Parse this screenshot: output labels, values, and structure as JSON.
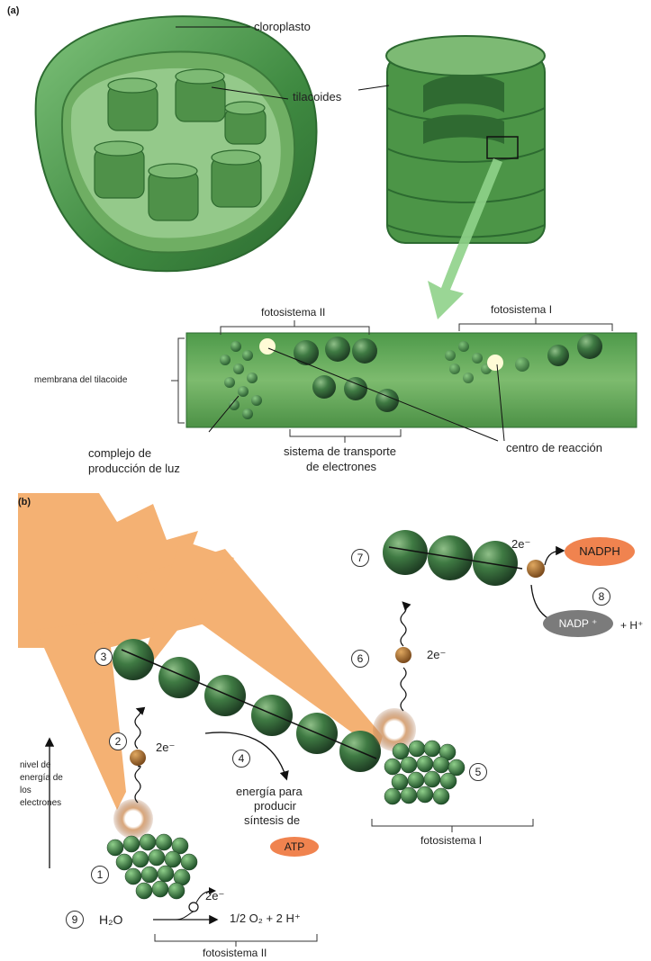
{
  "panel_a": {
    "letter": "(a)",
    "chloroplast_label": "cloroplasto",
    "thylakoids_label": "tilacoides",
    "photosystem_ii": "fotosistema II",
    "photosystem_i": "fotosistema I",
    "membrane_label": "membrana del tilacoide",
    "light_complex_line1": "complejo de",
    "light_complex_line2": "producción de luz",
    "transport_line1": "sistema de transporte",
    "transport_line2": "de electrones",
    "reaction_center": "centro de reacción"
  },
  "panel_b": {
    "letter": "(b)",
    "steps": [
      "1",
      "2",
      "3",
      "4",
      "5",
      "6",
      "7",
      "8",
      "9"
    ],
    "electron_label": "2e⁻",
    "energy_line1": "energía para",
    "energy_line2": "producir",
    "energy_line3": "síntesis de",
    "atp": "ATP",
    "nadph": "NADPH",
    "nadp": "NADP ⁺",
    "h_plus": "+ H⁺",
    "water": "H₂O",
    "products": "1/2 O₂ + 2 H⁺",
    "photosystem_ii": "fotosistema II",
    "photosystem_i": "fotosistema I",
    "axis_line1": "nivel de",
    "axis_line2": "energía de",
    "axis_line3": "los",
    "axis_line4": "electrones"
  },
  "colors": {
    "chloroplast_green": "#5aa257",
    "dark_green": "#2f5a33",
    "sunlight": "#f3a964",
    "atp_orange": "#f0834f",
    "electron_brown": "#b0763a",
    "nadp_gray": "#7b7b7b"
  }
}
